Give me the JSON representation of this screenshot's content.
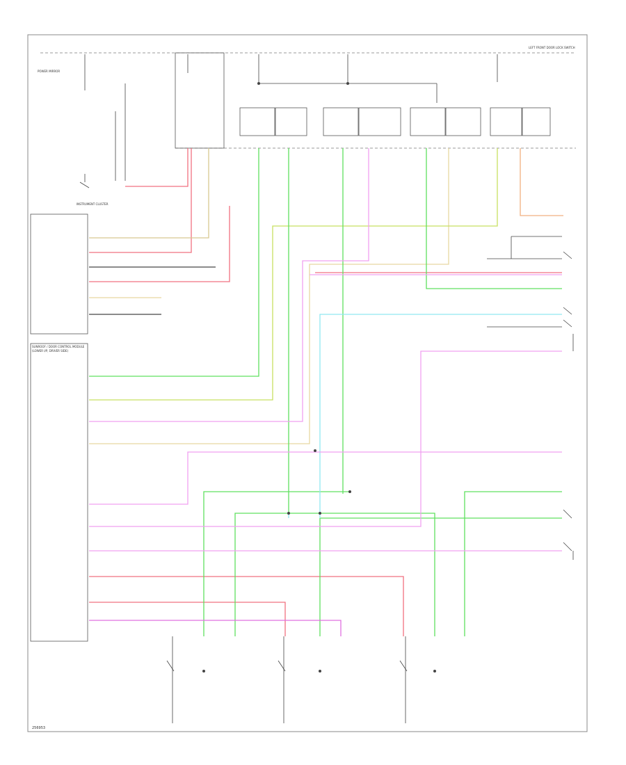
{
  "labels": {
    "fig_id": "256953",
    "controller": "SUNROOF / DOOR CONTROL MODULE",
    "controller_sub": "(LOWER I/P, DRIVER SIDE)",
    "left_module": "INSTRUMENT CLUSTER",
    "pwr_mirror": "POWER MIRROR",
    "top_right": "LEFT FRONT DOOR LOCK SWITCH"
  },
  "colors": {
    "green": "#5fe05f",
    "lime": "#c8e060",
    "pink": "#f0a0f0",
    "magenta": "#e070e0",
    "red": "#f07080",
    "salmon": "#f0a080",
    "cyan": "#90e8f0",
    "tan": "#e8d8a0",
    "olive": "#d8c890",
    "black": "#444444"
  }
}
